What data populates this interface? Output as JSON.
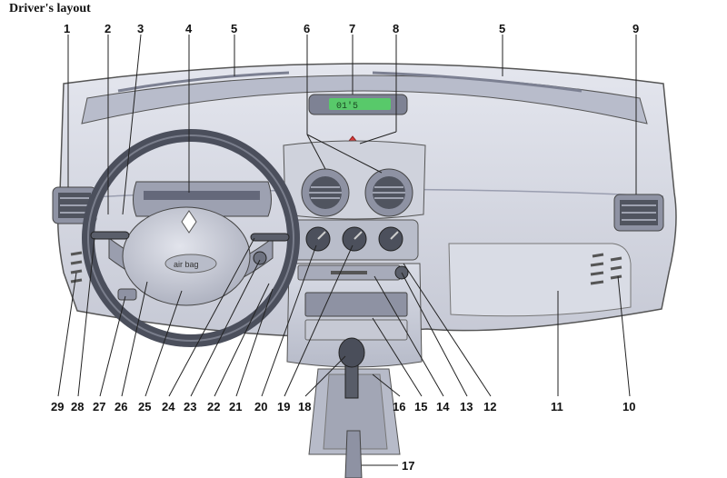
{
  "header": {
    "title": "Driver's layout"
  },
  "display": {
    "text": "01'5"
  },
  "airbag": {
    "label": "air bag"
  },
  "callouts_top": [
    "1",
    "2",
    "3",
    "4",
    "5",
    "6",
    "7",
    "8",
    "5",
    "9"
  ],
  "callouts_bottom": [
    "29",
    "28",
    "27",
    "26",
    "25",
    "24",
    "23",
    "22",
    "21",
    "20",
    "19",
    "18",
    "16",
    "15",
    "14",
    "13",
    "12",
    "11",
    "10"
  ],
  "callout_17": "17",
  "colors": {
    "dash": "#d3d6e0",
    "dash_shadow": "#a9adbd",
    "outline": "#444444",
    "display_green": "#58c96a"
  }
}
